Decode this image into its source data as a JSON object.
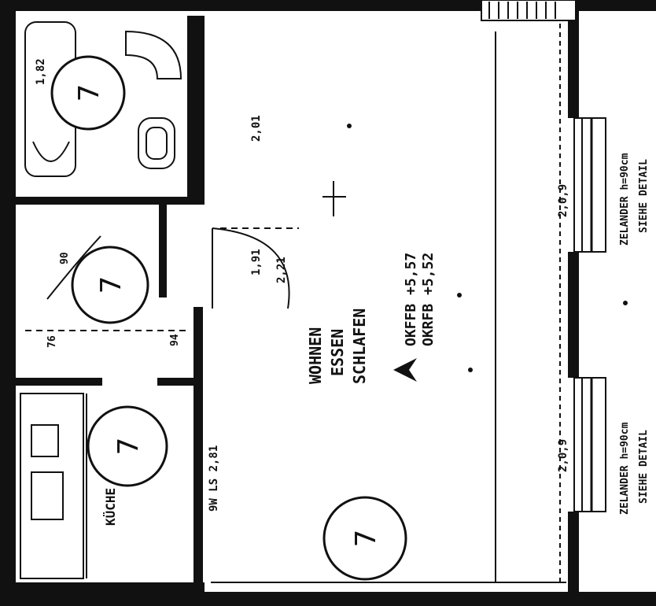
{
  "room": {
    "name_line1": "WOHNEN",
    "name_line2": "ESSEN",
    "name_line3": "SCHLAFEN",
    "area_line1": "OKFFB +5,57",
    "area_line2": "OKRFB +5,52"
  },
  "markers": [
    "7",
    "7",
    "7",
    "7"
  ],
  "window_notes": {
    "upper_line1": "ZELANDER h=90cm",
    "upper_line2": "SIEHE DETAIL",
    "lower_line1": "ZELANDER h=90cm",
    "lower_line2": "SIEHE DETAIL"
  },
  "labels": {
    "kueche": "KÜCHE",
    "wall_dim": "9W LS 2,81",
    "door_dim_a": "2,01",
    "door_dim_b": "1,91",
    "door_dim_c": "2,21",
    "win_dim_a": "2,0,9",
    "win_dim_b": "2,0,9",
    "bath_dim": "1,82",
    "dim_90": "90",
    "dim_76": "76",
    "dim_94": "94"
  }
}
